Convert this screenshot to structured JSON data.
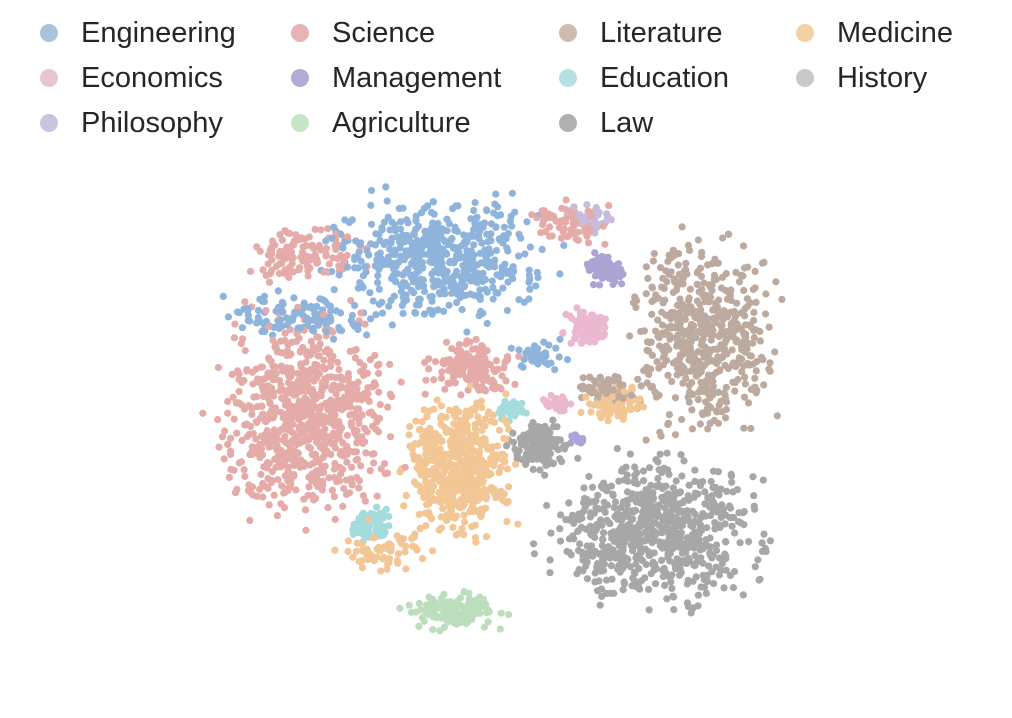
{
  "chart_data": {
    "type": "scatter",
    "title": "",
    "xlabel": "",
    "ylabel": "",
    "axes_visible": false,
    "grid": false,
    "legend_placement": "top",
    "legend_columns": 4,
    "xlim": [
      -1.05,
      1.05
    ],
    "ylim": [
      -1.0,
      1.0
    ],
    "point_opacity": 0.75,
    "series": [
      {
        "name": "Engineering",
        "color": "#6a9bd1",
        "legend_color": "#a9c2e0",
        "clusters": [
          {
            "cx": -0.2,
            "cy": 0.62,
            "rx": 0.42,
            "ry": 0.3,
            "n": 520
          },
          {
            "cx": -0.6,
            "cy": 0.4,
            "rx": 0.28,
            "ry": 0.12,
            "n": 110
          },
          {
            "cx": 0.1,
            "cy": 0.25,
            "rx": 0.1,
            "ry": 0.1,
            "n": 40
          }
        ]
      },
      {
        "name": "Science",
        "color": "#dd8f8c",
        "legend_color": "#e6b4b2",
        "clusters": [
          {
            "cx": -0.6,
            "cy": 0.02,
            "rx": 0.34,
            "ry": 0.5,
            "n": 760
          },
          {
            "cx": -0.1,
            "cy": 0.2,
            "rx": 0.18,
            "ry": 0.14,
            "n": 160
          },
          {
            "cx": -0.6,
            "cy": 0.65,
            "rx": 0.22,
            "ry": 0.15,
            "n": 120
          },
          {
            "cx": 0.18,
            "cy": 0.75,
            "rx": 0.18,
            "ry": 0.12,
            "n": 70
          }
        ]
      },
      {
        "name": "Literature",
        "color": "#a88e80",
        "legend_color": "#cdbbb0",
        "clusters": [
          {
            "cx": 0.6,
            "cy": 0.32,
            "rx": 0.28,
            "ry": 0.5,
            "n": 520
          },
          {
            "cx": 0.3,
            "cy": 0.12,
            "rx": 0.12,
            "ry": 0.08,
            "n": 70
          }
        ]
      },
      {
        "name": "Medicine",
        "color": "#eeb472",
        "legend_color": "#f3d1a7",
        "clusters": [
          {
            "cx": -0.14,
            "cy": -0.18,
            "rx": 0.2,
            "ry": 0.35,
            "n": 560
          },
          {
            "cx": 0.33,
            "cy": 0.06,
            "rx": 0.12,
            "ry": 0.1,
            "n": 90
          },
          {
            "cx": -0.35,
            "cy": -0.5,
            "rx": 0.2,
            "ry": 0.12,
            "n": 60
          }
        ]
      },
      {
        "name": "Economics",
        "color": "#e4a2c0",
        "legend_color": "#ebc3d4",
        "clusters": [
          {
            "cx": 0.25,
            "cy": 0.36,
            "rx": 0.09,
            "ry": 0.09,
            "n": 110
          },
          {
            "cx": 0.16,
            "cy": 0.06,
            "rx": 0.06,
            "ry": 0.05,
            "n": 30
          }
        ]
      },
      {
        "name": "Management",
        "color": "#9285c7",
        "legend_color": "#b3aad6",
        "clusters": [
          {
            "cx": 0.3,
            "cy": 0.58,
            "rx": 0.07,
            "ry": 0.08,
            "n": 70
          },
          {
            "cx": 0.22,
            "cy": -0.07,
            "rx": 0.04,
            "ry": 0.03,
            "n": 12
          }
        ]
      },
      {
        "name": "Education",
        "color": "#86d1d1",
        "legend_color": "#b6e1e2",
        "clusters": [
          {
            "cx": 0.02,
            "cy": 0.04,
            "rx": 0.06,
            "ry": 0.05,
            "n": 45
          },
          {
            "cx": -0.4,
            "cy": -0.4,
            "rx": 0.08,
            "ry": 0.09,
            "n": 70
          }
        ]
      },
      {
        "name": "History",
        "color": "#b8b8b8",
        "legend_color": "#c9c9c9",
        "clusters": []
      },
      {
        "name": "Philosophy",
        "color": "#b3a6d4",
        "legend_color": "#cbc3e1",
        "clusters": [
          {
            "cx": 0.26,
            "cy": 0.78,
            "rx": 0.08,
            "ry": 0.08,
            "n": 40
          }
        ]
      },
      {
        "name": "Agriculture",
        "color": "#a6d4a6",
        "legend_color": "#c7e5c7",
        "clusters": [
          {
            "cx": -0.15,
            "cy": -0.74,
            "rx": 0.2,
            "ry": 0.09,
            "n": 150
          }
        ]
      },
      {
        "name": "Law",
        "color": "#8a8a8a",
        "legend_color": "#b0b0b0",
        "clusters": [
          {
            "cx": 0.45,
            "cy": -0.42,
            "rx": 0.42,
            "ry": 0.36,
            "n": 720
          },
          {
            "cx": 0.1,
            "cy": -0.1,
            "rx": 0.1,
            "ry": 0.12,
            "n": 150
          }
        ]
      }
    ]
  }
}
